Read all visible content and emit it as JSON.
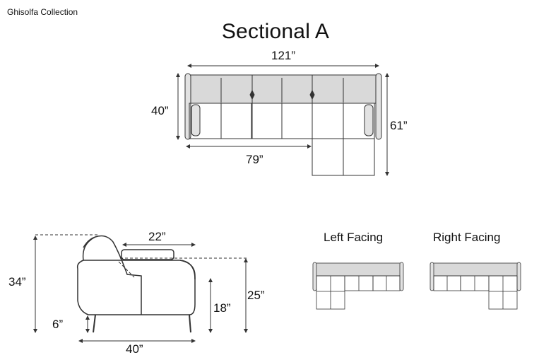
{
  "brand": "Ghisolfa Collection",
  "title": "Sectional A",
  "top_view": {
    "overall_width": "121”",
    "depth": "40”",
    "chaise_depth": "61”",
    "partial_width": "79”"
  },
  "side_view": {
    "seat_depth": "22”",
    "total_height": "34”",
    "leg_height": "6”",
    "seat_height": "18”",
    "arm_height": "25”",
    "depth": "40”"
  },
  "orientations": {
    "left_label": "Left Facing",
    "right_label": "Right Facing"
  },
  "colors": {
    "line": "#333333",
    "back_fill": "#d9d9d9",
    "arm_fill": "#e2e2e2"
  }
}
